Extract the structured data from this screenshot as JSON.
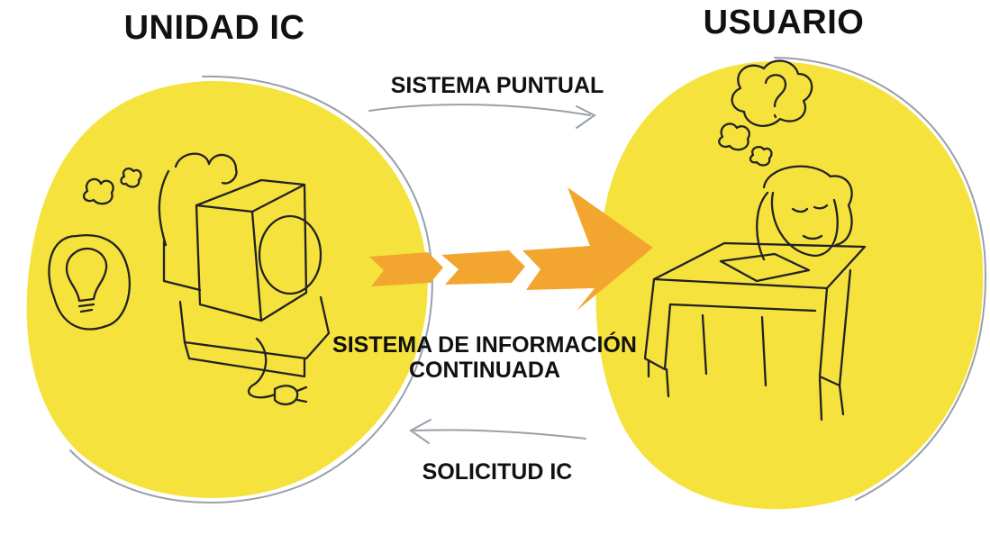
{
  "title_left": "UNIDAD IC",
  "title_right": "USUARIO",
  "arrow_top_label": "SISTEMA PUNTUAL",
  "center_label_line1": "SISTEMA DE INFORMACIÓN",
  "center_label_line2": "CONTINUADA",
  "arrow_bottom_label": "SOLICITUD IC",
  "colors": {
    "circle_fill": "#f6e23c",
    "arrow_fill": "#f3a62f",
    "ink": "#222222",
    "text": "#111111"
  },
  "icons": [
    "computer-icon",
    "lightbulb-thought-icon",
    "question-thought-icon",
    "person-at-desk-icon",
    "plug-icon"
  ]
}
